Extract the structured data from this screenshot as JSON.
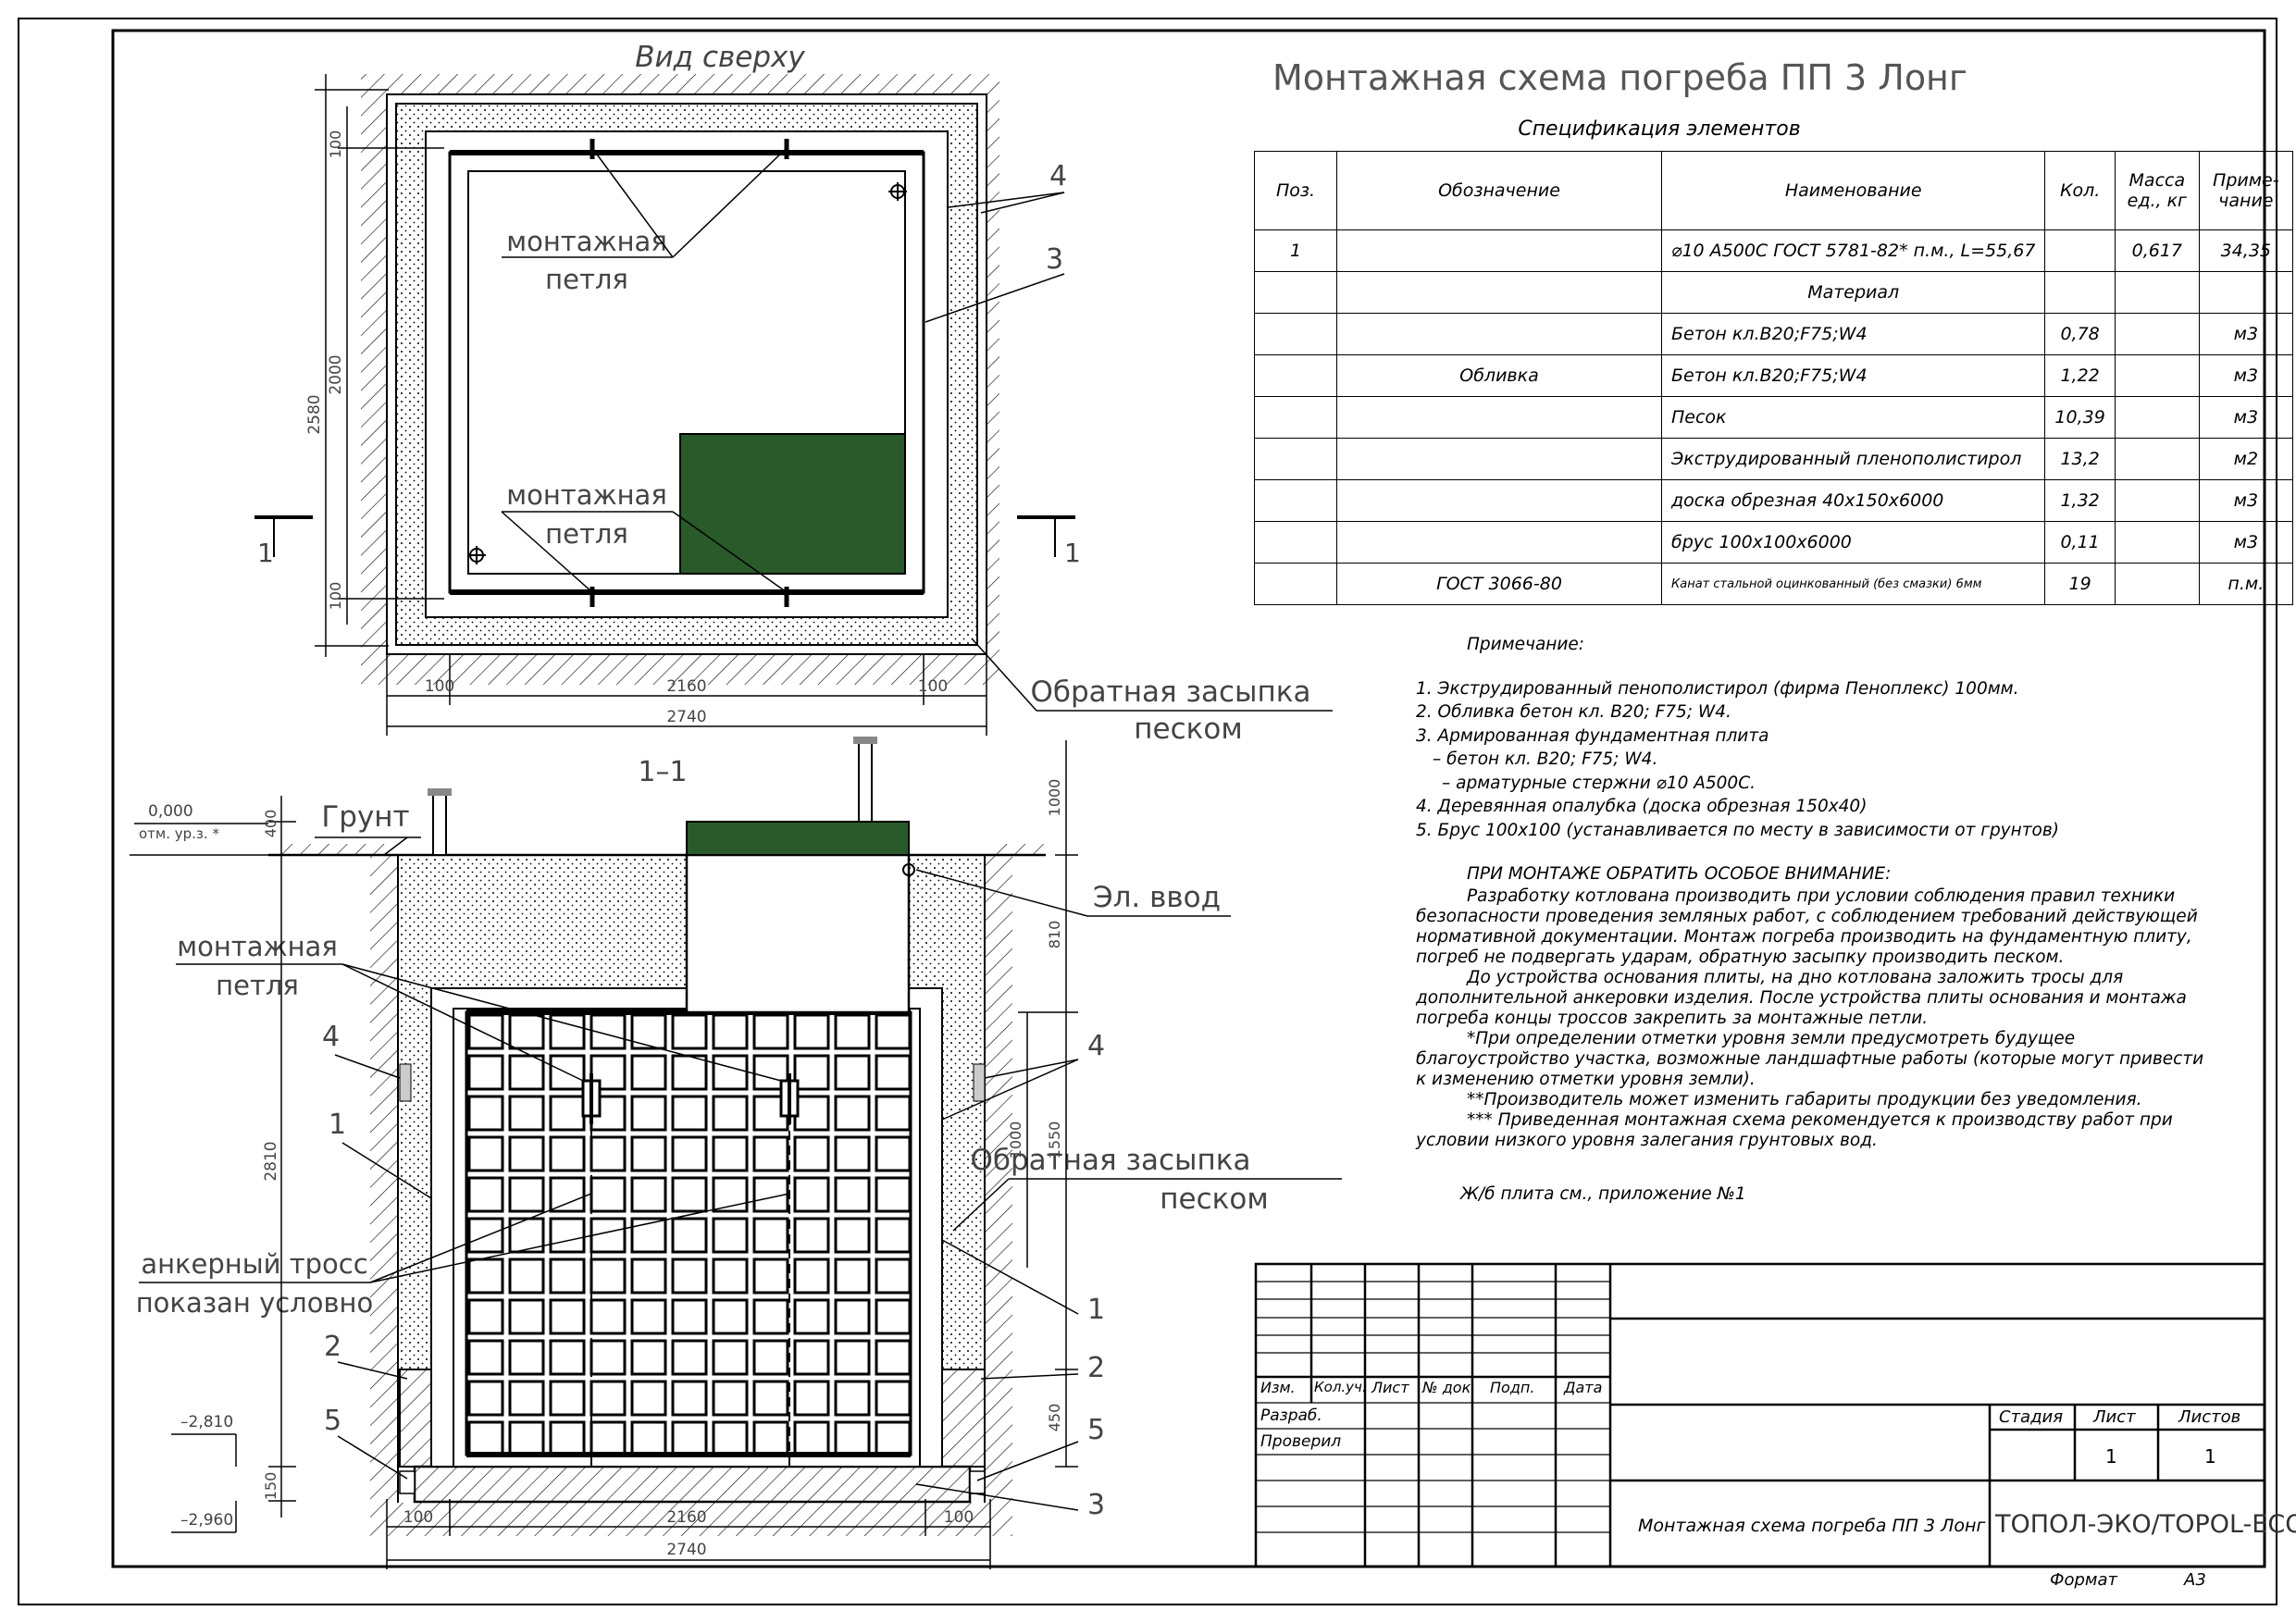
{
  "drawing_title": "Монтажная схема погреба ПП 3 Лонг",
  "top_view": {
    "caption": "Вид сверху",
    "labels": {
      "loop_upper": [
        "монтажная",
        "петля"
      ],
      "loop_lower": [
        "монтажная",
        "петля"
      ],
      "callout_4": "4",
      "callout_3": "3",
      "backfill": [
        "Обратная засыпка",
        "песком"
      ],
      "section_mark": "1"
    },
    "dims": {
      "overall_height": "2580",
      "inner_height": "2000",
      "offset_top": "100",
      "offset_bottom": "100",
      "offset_left": "100",
      "offset_right": "100",
      "inner_width": "2160",
      "overall_width": "2740"
    }
  },
  "section_view": {
    "caption": "1–1",
    "labels": {
      "ground": "Грунт",
      "elev_zero": "0,000",
      "elev_zero_note": "отм. ур.з. *",
      "el_input": "Эл. ввод",
      "loop": [
        "монтажная",
        "петля"
      ],
      "backfill": [
        "Обратная засыпка",
        "песком"
      ],
      "anchor": [
        "анкерный тросс",
        "показан условно"
      ],
      "c4_left": "4",
      "c4_right": "4",
      "c1_left": "1",
      "c1_right": "1",
      "c2_left": "2",
      "c2_right": "2",
      "c5_left": "5",
      "c5_right": "5",
      "c3": "3",
      "elev_2810": "–2,810",
      "elev_2960": "–2,960"
    },
    "dims": {
      "d400": "400",
      "d2810": "2810",
      "d150": "150",
      "d1000_top": "1000",
      "d810": "810",
      "d1000": "1000",
      "d1550": "1550",
      "d450": "450",
      "bottom_100_left": "100",
      "bottom_2160": "2160",
      "bottom_100_right": "100",
      "bottom_2740": "2740"
    }
  },
  "spec": {
    "title": "Спецификация элементов",
    "headers": [
      "Поз.",
      "Обозначение",
      "Наименование",
      "Кол.",
      "Масса ед., кг",
      "Приме-чание"
    ],
    "rows": [
      [
        "1",
        "",
        "⌀10 А500С ГОСТ 5781-82* п.м., L=55,67",
        "",
        "0,617",
        "34,35"
      ],
      [
        "",
        "",
        "Материал",
        "",
        "",
        ""
      ],
      [
        "",
        "",
        "Бетон кл.В20;F75;W4",
        "0,78",
        "",
        "м3"
      ],
      [
        "",
        "Обливка",
        "Бетон кл.В20;F75;W4",
        "1,22",
        "",
        "м3"
      ],
      [
        "",
        "",
        "Песок",
        "10,39",
        "",
        "м3"
      ],
      [
        "",
        "",
        "Экструдированный пленополистирол",
        "13,2",
        "",
        "м2"
      ],
      [
        "",
        "",
        "доска обрезная 40х150х6000",
        "1,32",
        "",
        "м3"
      ],
      [
        "",
        "",
        "брус 100х100х6000",
        "0,11",
        "",
        "м3"
      ],
      [
        "",
        "ГОСТ 3066-80",
        "Канат стальной оцинкованный (без смазки) 6мм",
        "19",
        "",
        "п.м."
      ]
    ]
  },
  "notes": {
    "heading": "Примечание:",
    "items": [
      "1. Экструдированный пенополистирол (фирма Пеноплекс) 100мм.",
      "2. Обливка бетон кл. В20; F75; W4.",
      "3. Армированная фундаментная плита",
      "   – бетон кл. В20; F75; W4.",
      "   – арматурные стержни ⌀10 А500С.",
      "4. Деревянная опалубка (доска обрезная 150х40)",
      "5. Брус 100х100 (устанавливается по месту в зависимости от грунтов)"
    ],
    "attention": [
      "ПРИ МОНТАЖЕ ОБРАТИТЬ ОСОБОЕ ВНИМАНИЕ:",
      "Разработку котлована производить при условии соблюдения правил техники",
      "безопасности проведения земляных работ, с соблюдением требований действующей",
      "нормативной документации. Монтаж погреба производить на фундаментную плиту,",
      "погреб не подвергать ударам, обратную засыпку производить песком.",
      "До устройства основания плиты, на дно котлована заложить тросы для",
      "дополнительной анкеровки изделия. После устройства плиты основания и монтажа",
      "погреба концы троссов закрепить за монтажные петли.",
      "*При определении отметки уровня земли предусмотреть будущее",
      "благоустройство участка, возможные ландшафтные работы (которые могут привести",
      "к изменению отметки уровня земли).",
      "**Производитель может изменить габариты продукции без уведомления.",
      "*** Приведенная монтажная схема рекомендуется к производству работ при",
      "условии низкого уровня залегания грунтовых вод."
    ],
    "slab_ref": "Ж/б плита см., приложение №1"
  },
  "title_block": {
    "col_headers": [
      "Изм.",
      "Кол.уч.",
      "Лист",
      "№ док.",
      "Подп.",
      "Дата"
    ],
    "rows": [
      "Разраб.",
      "Проверил"
    ],
    "stage_label": "Стадия",
    "sheet_label": "Лист",
    "sheets_label": "Листов",
    "sheet": "1",
    "sheets": "1",
    "name": "Монтажная схема погреба ПП 3 Лонг",
    "org": "ТОПОЛ-ЭКО/TOPOL-ECO",
    "format_label": "Формат",
    "format": "А3"
  },
  "colors": {
    "lid": "#2a5a2a",
    "line": "#000000"
  }
}
